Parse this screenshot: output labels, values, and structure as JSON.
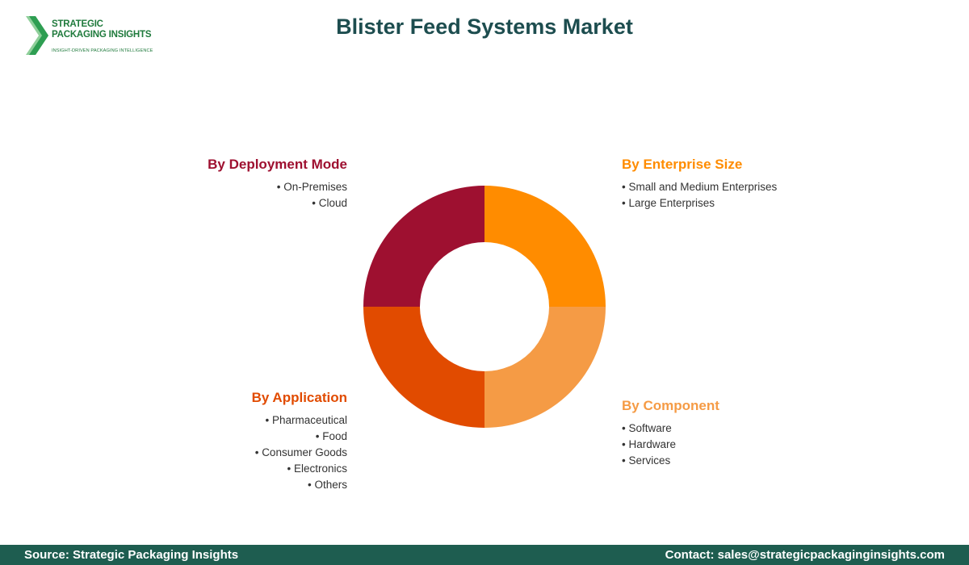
{
  "brand": {
    "name_line1": "STRATEGIC",
    "name_line2": "PACKAGING INSIGHTS",
    "tagline": "INSIGHT-DRIVEN PACKAGING INTELLIGENCE"
  },
  "title": "Blister Feed Systems Market",
  "colors": {
    "title": "#1d4d4f",
    "deployment": "#9e1030",
    "enterprise": "#ff8c00",
    "application": "#e14b00",
    "component": "#f59b45",
    "footer": "#1e5d50"
  },
  "segments": {
    "deployment": {
      "title": "By Deployment Mode",
      "items": [
        "On-Premises",
        "Cloud"
      ]
    },
    "enterprise": {
      "title": "By Enterprise Size",
      "items": [
        "Small and Medium Enterprises",
        "Large Enterprises"
      ]
    },
    "application": {
      "title": "By Application",
      "items": [
        "Pharmaceutical",
        "Food",
        "Consumer Goods",
        "Electronics",
        "Others"
      ]
    },
    "component": {
      "title": "By Component",
      "items": [
        "Software",
        "Hardware",
        "Services"
      ]
    }
  },
  "donut_order": [
    "enterprise",
    "component",
    "application",
    "deployment"
  ],
  "footer": {
    "source": "Source: Strategic Packaging Insights",
    "contact": "Contact: sales@strategicpackaginginsights.com"
  }
}
